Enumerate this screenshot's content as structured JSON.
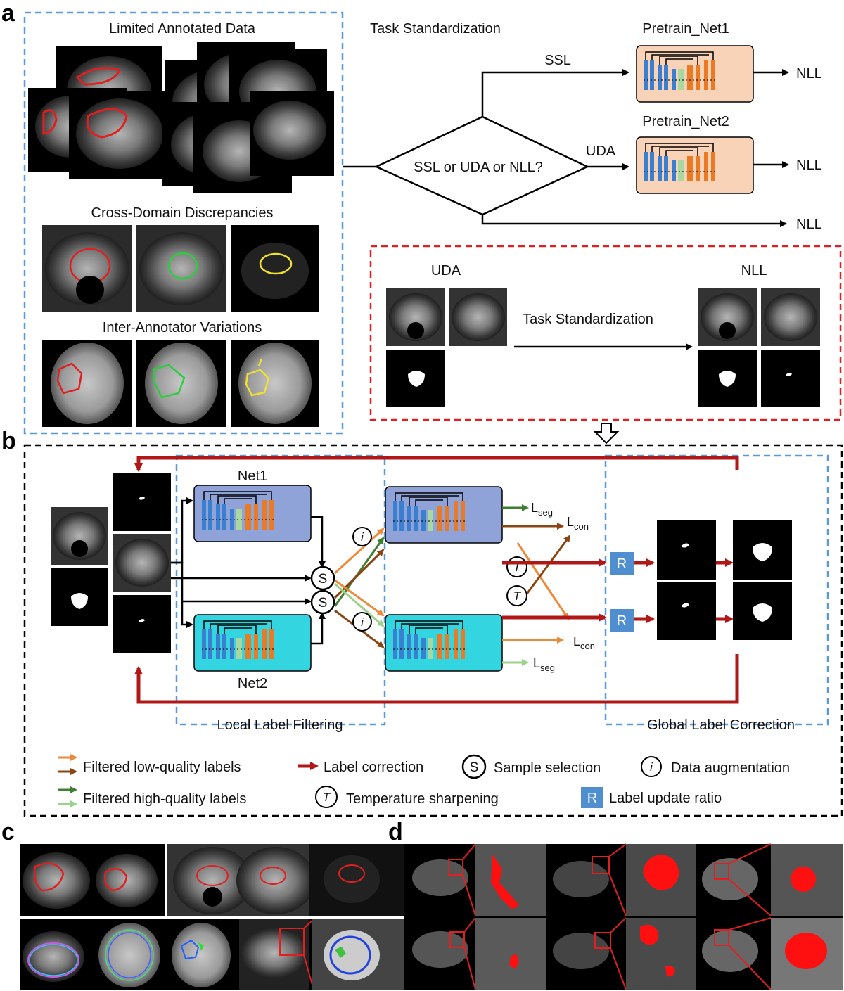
{
  "panels": {
    "a": "a",
    "b": "b",
    "c": "c",
    "d": "d"
  },
  "panel_a": {
    "limited_data_title": "Limited Annotated Data",
    "cross_domain_title": "Cross-Domain Discrepancies",
    "inter_annotator_title": "Inter-Annotator Variations",
    "task_std_title": "Task Standardization",
    "decision_text": "SSL or UDA or NLL?",
    "ssl": "SSL",
    "uda": "UDA",
    "pretrain1": "Pretrain_Net1",
    "pretrain2": "Pretrain_Net2",
    "nll1": "NLL",
    "nll2": "NLL",
    "nll3": "NLL",
    "inset_uda": "UDA",
    "inset_nll": "NLL",
    "inset_task": "Task Standardization"
  },
  "panel_b": {
    "net1": "Net1",
    "net2": "Net2",
    "s1": "S",
    "s2": "S",
    "i1": "i",
    "i2": "i",
    "t1": "T",
    "t2": "T",
    "r1": "R",
    "r2": "R",
    "lseg_top_main": "L",
    "lseg_top_sub": "seg",
    "lcon_top_main": "L",
    "lcon_top_sub": "con",
    "lcon_bot_main": "L",
    "lcon_bot_sub": "con",
    "lseg_bot_main": "L",
    "lseg_bot_sub": "seg",
    "local_filter": "Local Label Filtering",
    "global_correction": "Global Label Correction"
  },
  "legend": {
    "low_quality": "Filtered low-quality labels",
    "high_quality": "Filtered high-quality labels",
    "label_correction": "Label correction",
    "sample_selection_sym": "S",
    "sample_selection": "Sample selection",
    "data_aug_sym": "i",
    "data_aug": "Data augmentation",
    "temp_sym": "T",
    "temp_sharpen": "Temperature sharpening",
    "ratio_sym": "R",
    "label_ratio": "Label update ratio"
  },
  "colors": {
    "blue_dash": "#5a9bd5",
    "red_dash": "#e02020",
    "orange": "#ed8a3a",
    "brown": "#8b4513",
    "dark_green": "#3e7f32",
    "light_green": "#9ad28a",
    "net1_bg": "#8fa3d9",
    "net2_bg": "#33d6e0",
    "pretrain_bg": "#f8d3b8",
    "r_box": "#4f8fcf",
    "correction_red": "#b01818"
  }
}
